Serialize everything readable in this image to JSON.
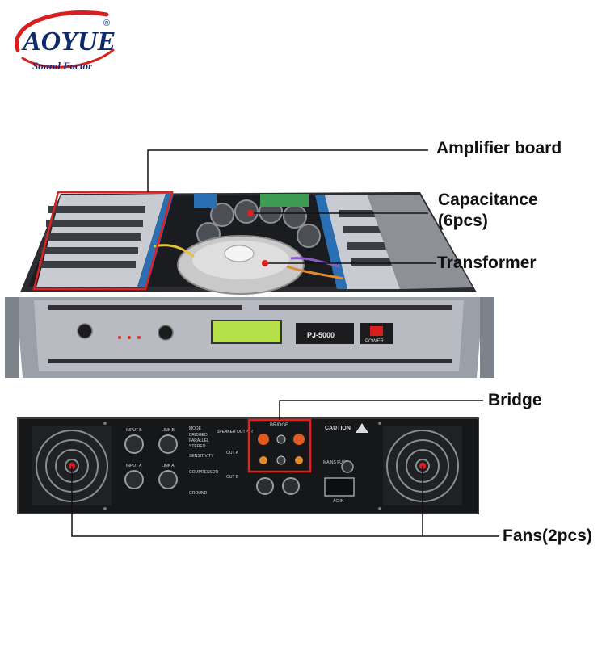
{
  "brand": {
    "name": "AOYUE",
    "registered_mark": "®",
    "tagline": "Sound Factor",
    "colors": {
      "navy": "#0d2a6e",
      "red": "#d6201f"
    }
  },
  "callouts": {
    "amplifier_board": "Amplifier board",
    "capacitance_line1": "Capacitance",
    "capacitance_line2": "(6pcs)",
    "transformer": "Transformer",
    "bridge": "Bridge",
    "fans": "Fans(2pcs)"
  },
  "front_panel": {
    "model": "PJ-5000",
    "power_label": "POWER"
  },
  "rear_panel": {
    "input_b": "INPUT B",
    "link_b": "LINK B",
    "input_a": "INPUT A",
    "link_a": "LINK A",
    "mode": "MODE",
    "bridged": "BRIDGED",
    "parallel": "PARALLEL",
    "stereo": "STEREO",
    "sensitivity": "SENSITIVITY",
    "compressor": "COMPRESSOR",
    "ground": "GROUND",
    "speaker_output": "SPEAKER OUTPUT",
    "out_a": "OUT A",
    "out_b": "OUT B",
    "bridge_label": "BRIDGE",
    "caution": "CAUTION",
    "mains_fuse": "MAINS FUSE",
    "ac_in": "AC IN"
  }
}
